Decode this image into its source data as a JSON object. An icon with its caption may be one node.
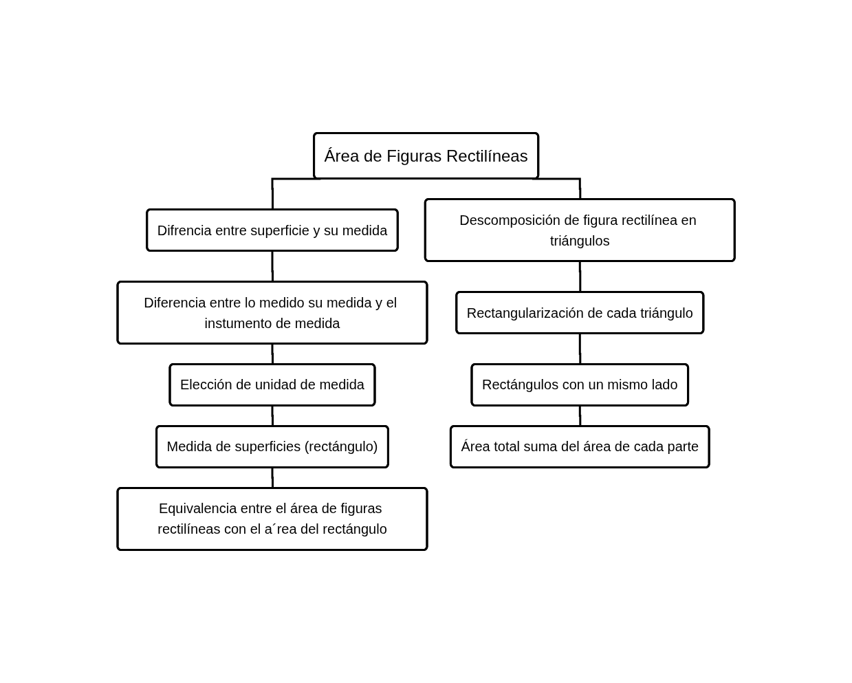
{
  "diagram": {
    "nodes": [
      {
        "text": [
          "Área de Figuras Rectilíneas"
        ]
      },
      {
        "text": [
          "Difrencia entre superficie y su medida"
        ]
      },
      {
        "text": [
          "Descomposición de figura rectilínea en triángulos"
        ]
      },
      {
        "text": [
          "Diferencia entre lo medido su medida y el instumento de medida"
        ]
      },
      {
        "text": [
          "Elección de unidad de medida"
        ]
      },
      {
        "text": [
          "Medida de superficies (rectángulo)"
        ]
      },
      {
        "text": [
          "Equivalencia entre el área de figuras rectilíneas con el a´rea del rectángulo"
        ]
      },
      {
        "text": [
          "Rectangularización de cada triángulo"
        ]
      },
      {
        "text": [
          "Rectángulos con un mismo lado"
        ]
      },
      {
        "text": [
          "Área total suma del área de cada parte"
        ]
      }
    ],
    "edges": [
      {
        "from": 0,
        "to": 1,
        "arrow": "none"
      },
      {
        "from": 0,
        "to": 2,
        "arrow": "none"
      },
      {
        "from": 1,
        "to": 3,
        "arrow": "none"
      },
      {
        "from": 3,
        "to": 4,
        "arrow": "none"
      },
      {
        "from": 4,
        "to": 5,
        "arrow": "none"
      },
      {
        "from": 5,
        "to": 6,
        "arrow": "none"
      },
      {
        "from": 2,
        "to": 7,
        "arrow": "none"
      },
      {
        "from": 7,
        "to": 8,
        "arrow": "none"
      },
      {
        "from": 8,
        "to": 9,
        "arrow": "none"
      }
    ]
  }
}
